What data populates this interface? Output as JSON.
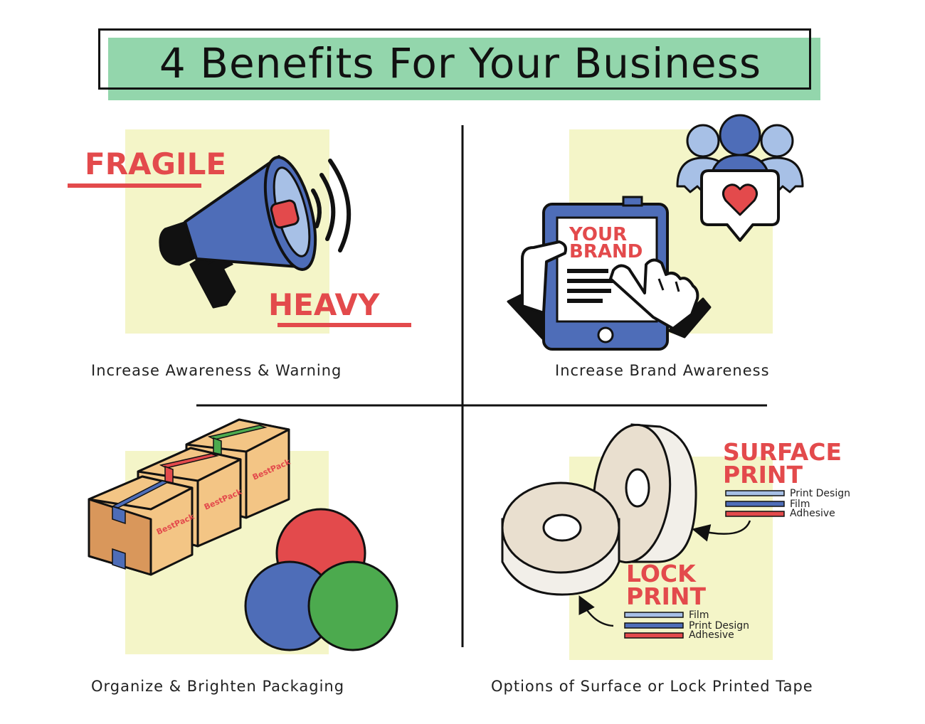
{
  "title": "4 Benefits For Your Business",
  "colors": {
    "accent_green": "#93d6ac",
    "pale_yellow": "#f4f5c8",
    "brand_red": "#e34a4c",
    "brand_blue": "#4e6db8",
    "light_blue": "#a7c0e6",
    "box_tan": "#f3c585",
    "tape_beige": "#e9dfcf",
    "green": "#4caa4e"
  },
  "benefits": [
    {
      "caption": "Increase Awareness & Warning",
      "icon": "megaphone-icon",
      "words": {
        "fragile": "FRAGILE",
        "heavy": "HEAVY"
      }
    },
    {
      "caption": "Increase Brand Awareness",
      "icon": "tablet-brand-icon",
      "tablet_text": {
        "line1": "YOUR",
        "line2": "BRAND"
      }
    },
    {
      "caption": "Organize & Brighten Packaging",
      "icon": "boxes-icon",
      "box_logo": "BestPack"
    },
    {
      "caption": "Options of Surface or Lock Printed Tape",
      "icon": "tape-rolls-icon",
      "surface": {
        "title1": "SURFACE",
        "title2": "PRINT",
        "layers": [
          "Print Design",
          "Film",
          "Adhesive"
        ]
      },
      "lock": {
        "title1": "LOCK",
        "title2": "PRINT",
        "layers": [
          "Film",
          "Print Design",
          "Adhesive"
        ]
      }
    }
  ]
}
